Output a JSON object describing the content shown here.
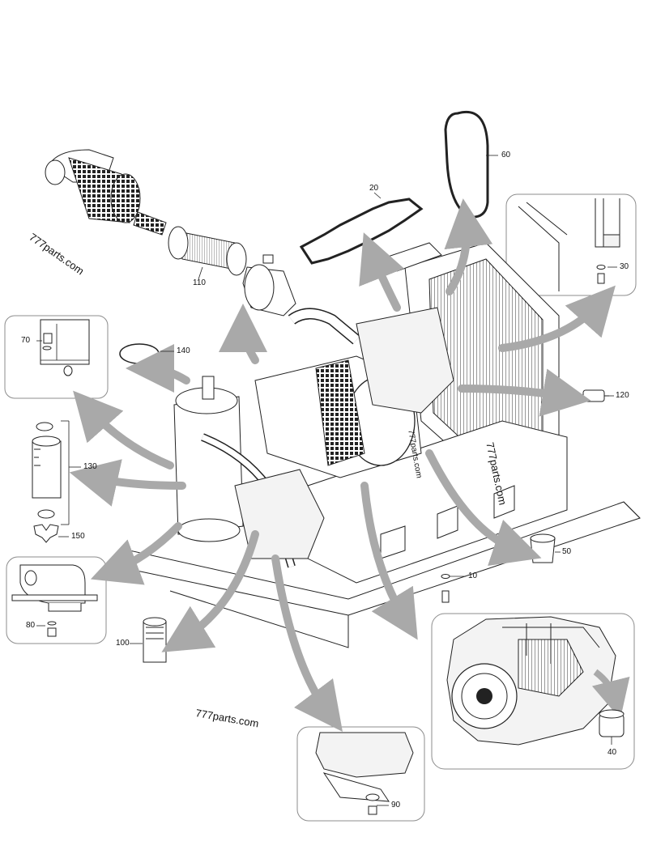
{
  "watermarks": [
    "777parts.com",
    "777parts.com",
    "777parts.com",
    "777parts.com"
  ],
  "callouts": {
    "p10": "10",
    "p20": "20",
    "p30": "30",
    "p40": "40",
    "p50": "50",
    "p60": "60",
    "p70": "70",
    "p80": "80",
    "p90": "90",
    "p100": "100",
    "p110": "110",
    "p120": "120",
    "p130": "130",
    "p140": "140",
    "p150": "150"
  },
  "colors": {
    "line": "#1a1a1a",
    "arrow": "#a9a9a9",
    "inset_border": "#8c8c8c",
    "fill_light": "#f3f3f3"
  }
}
